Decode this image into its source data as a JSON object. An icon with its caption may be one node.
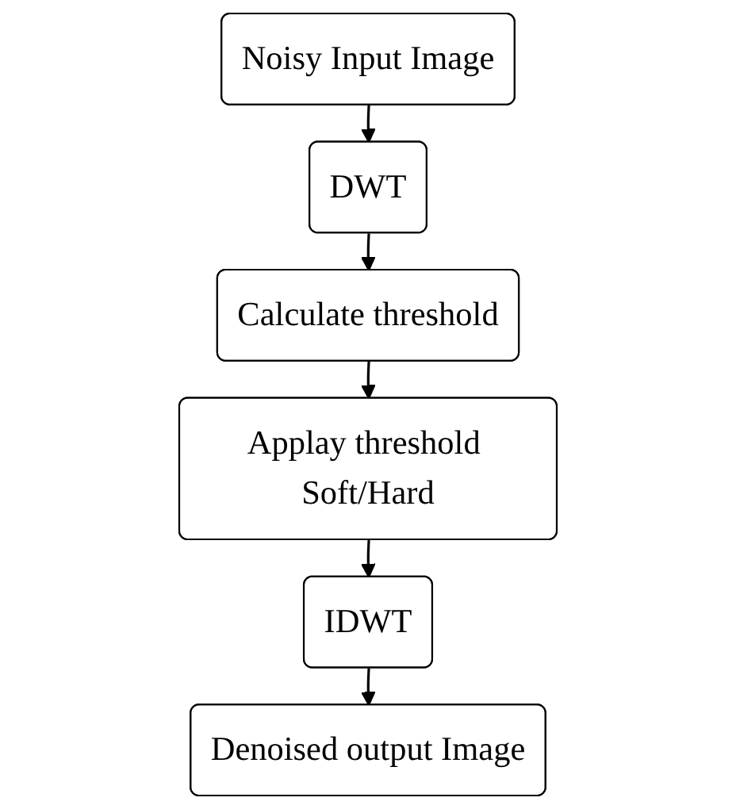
{
  "diagram": {
    "nodes": [
      {
        "text": [
          "Noisy Input Image"
        ]
      },
      {
        "text": [
          "DWT"
        ]
      },
      {
        "text": [
          "Calculate threshold"
        ]
      },
      {
        "text": [
          "Applay threshold Soft/Hard"
        ]
      },
      {
        "text": [
          "IDWT"
        ]
      },
      {
        "text": [
          "Denoised output Image"
        ]
      }
    ],
    "edges": [
      {
        "from": 0,
        "to": 1,
        "arrow": "to"
      },
      {
        "from": 1,
        "to": 2,
        "arrow": "to"
      },
      {
        "from": 2,
        "to": 3,
        "arrow": "to"
      },
      {
        "from": 3,
        "to": 4,
        "arrow": "to"
      },
      {
        "from": 4,
        "to": 5,
        "arrow": "to"
      }
    ]
  }
}
